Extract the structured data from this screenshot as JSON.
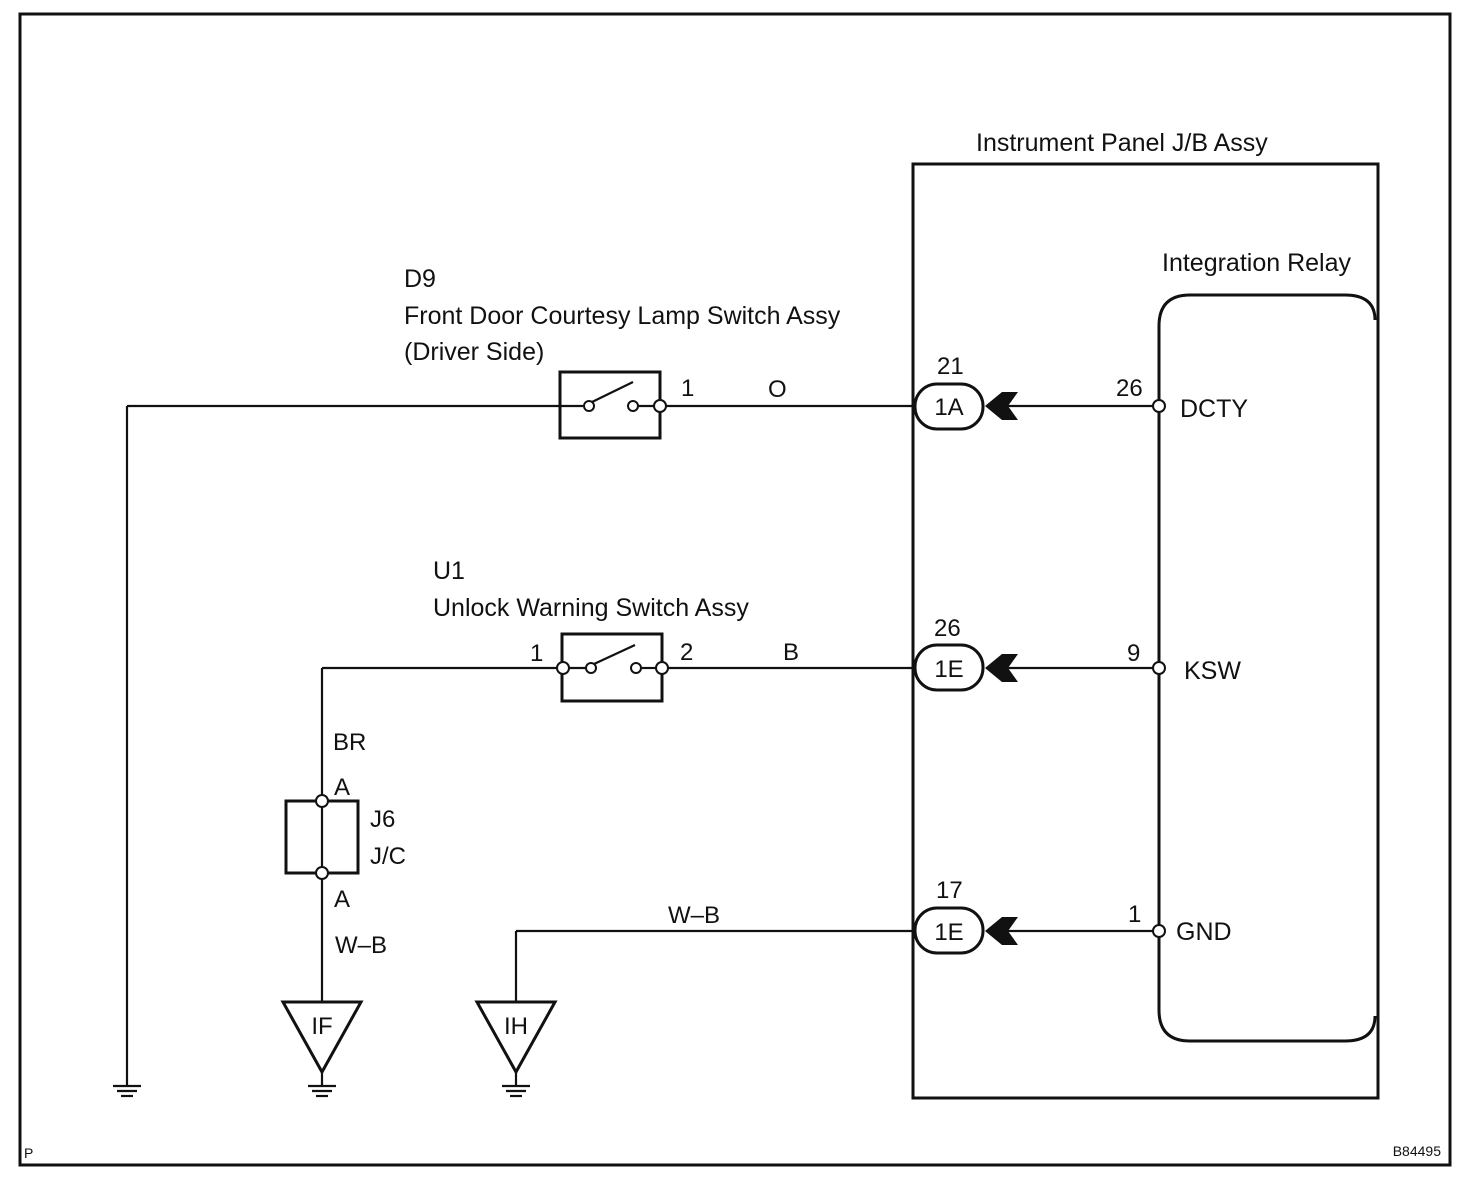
{
  "page_label": "P",
  "figure_code": "B84495",
  "jb": {
    "title": "Instrument Panel J/B Assy"
  },
  "relay": {
    "title": "Integration Relay"
  },
  "d9": {
    "code": "D9",
    "name": "Front Door Courtesy Lamp Switch Assy",
    "side": "(Driver Side)",
    "pin": "1",
    "wire": "O"
  },
  "u1": {
    "code": "U1",
    "name": "Unlock Warning Switch Assy",
    "pin_left": "1",
    "pin_right": "2",
    "wire": "B",
    "wire_down": "BR"
  },
  "j6": {
    "code": "J6",
    "type": "J/C",
    "pin_top": "A",
    "pin_bottom": "A",
    "wire": "W–B"
  },
  "ih_wire": "W–B",
  "grounds": {
    "if": "IF",
    "ih": "IH"
  },
  "connectors": [
    {
      "pin": "21",
      "label": "1A",
      "relay_pin": "26",
      "signal": "DCTY"
    },
    {
      "pin": "26",
      "label": "1E",
      "relay_pin": "9",
      "signal": "KSW"
    },
    {
      "pin": "17",
      "label": "1E",
      "relay_pin": "1",
      "signal": "GND"
    }
  ]
}
